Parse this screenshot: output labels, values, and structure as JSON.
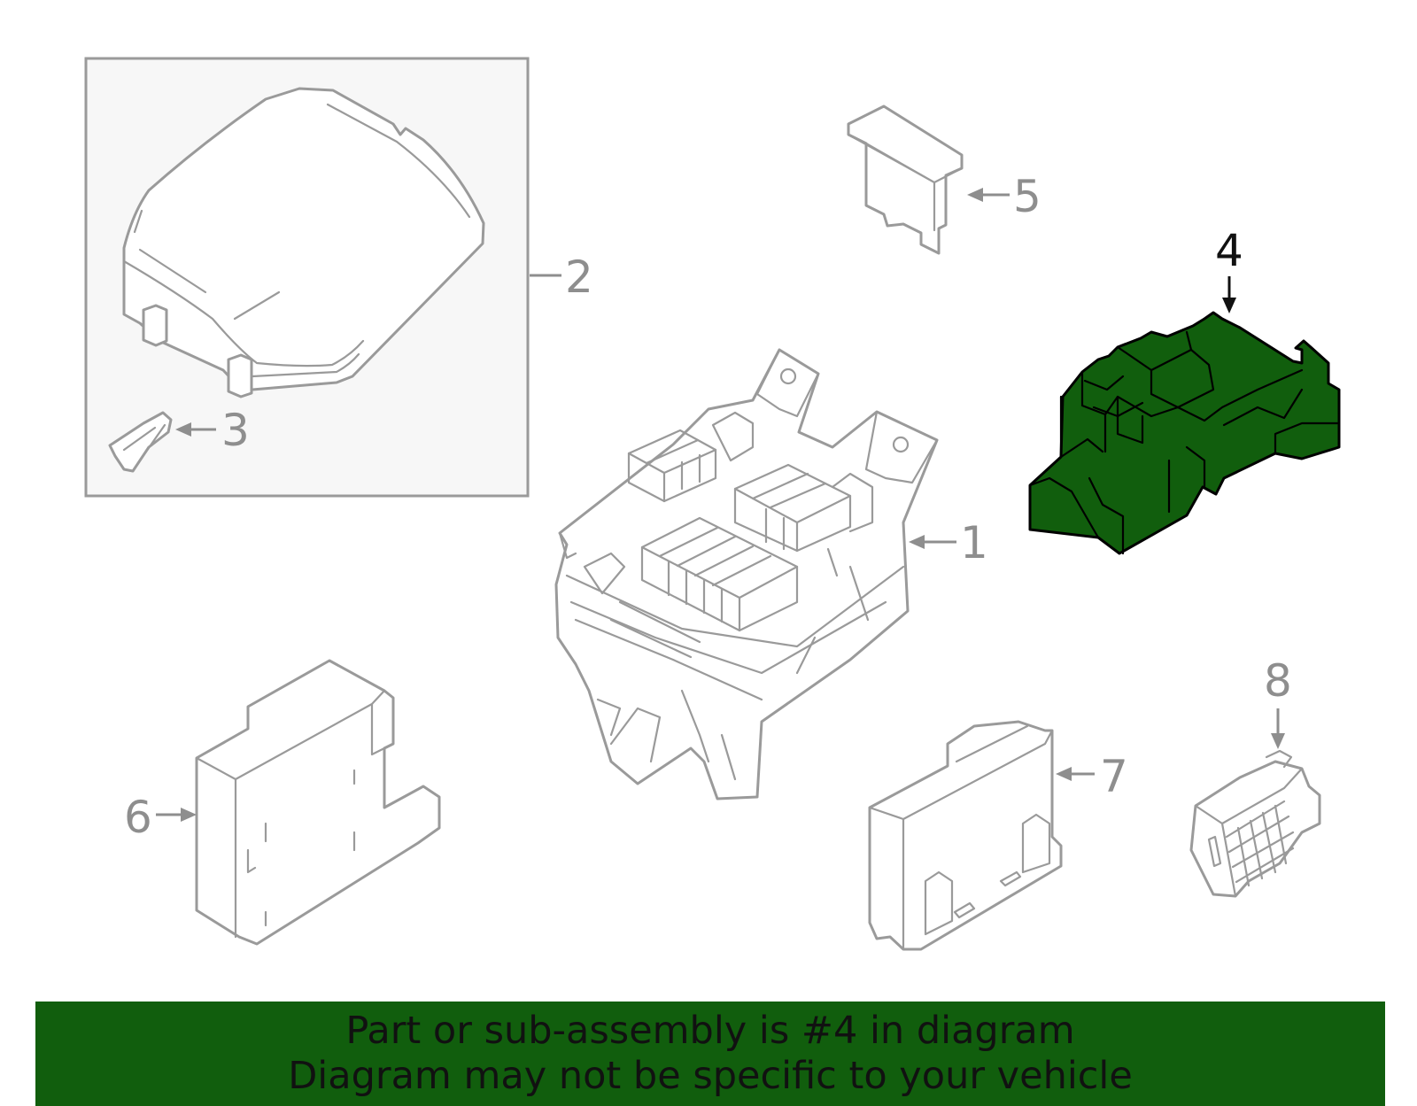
{
  "callouts": [
    {
      "id": "1",
      "label": "1"
    },
    {
      "id": "2",
      "label": "2"
    },
    {
      "id": "3",
      "label": "3"
    },
    {
      "id": "4",
      "label": "4"
    },
    {
      "id": "5",
      "label": "5"
    },
    {
      "id": "6",
      "label": "6"
    },
    {
      "id": "7",
      "label": "7"
    },
    {
      "id": "8",
      "label": "8"
    }
  ],
  "highlighted_part": "4",
  "colors": {
    "highlight": "#115e0d",
    "banner": "#115e0d",
    "outline": "#9a9a9a",
    "box_fill": "#f7f7f7"
  },
  "banner": {
    "line1": "Part or sub-assembly is #4 in diagram",
    "line2": "Diagram may not be specific to your vehicle"
  }
}
